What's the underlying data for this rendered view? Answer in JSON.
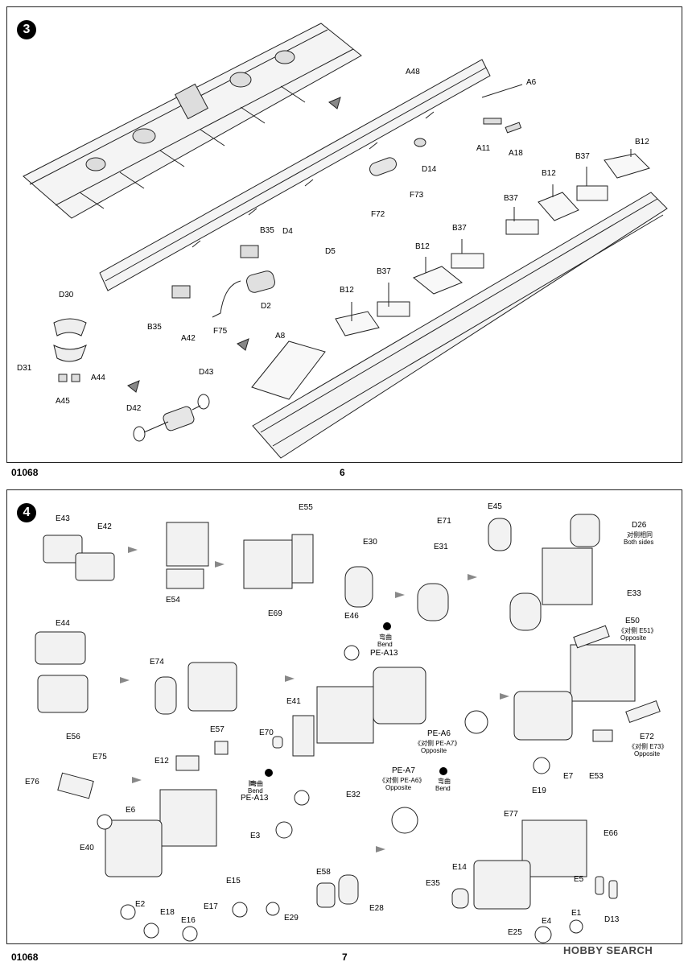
{
  "step3": {
    "number": "3",
    "labels": {
      "A48": "A48",
      "A6": "A6",
      "A11": "A11",
      "A18": "A18",
      "D14": "D14",
      "F73": "F73",
      "F72": "F72",
      "B12a": "B12",
      "B37a": "B37",
      "B12b": "B12",
      "B37b": "B37",
      "B12c": "B12",
      "B37c": "B37",
      "B12d": "B12",
      "B35a": "B35",
      "D4": "D4",
      "D5": "D5",
      "D2": "D2",
      "B35b": "B35",
      "A42": "A42",
      "F75": "F75",
      "D30": "D30",
      "D31": "D31",
      "A44": "A44",
      "A45": "A45",
      "A8": "A8",
      "D43": "D43",
      "D42": "D42"
    }
  },
  "page6": {
    "code": "01068",
    "number": "6"
  },
  "step4": {
    "number": "4",
    "labels": {
      "E43": "E43",
      "E42": "E42",
      "E55": "E55",
      "E54": "E54",
      "E69": "E69",
      "E30": "E30",
      "E46": "E46",
      "E71": "E71",
      "E45": "E45",
      "E31": "E31",
      "D26": "D26",
      "E33": "E33",
      "E44": "E44",
      "E74": "E74",
      "E56": "E56",
      "PEA13a": "PE-A13",
      "E50": "E50",
      "E41": "E41",
      "E70": "E70",
      "PEA6": "PE-A6",
      "E32": "E32",
      "PEA7": "PE-A7",
      "E72": "E72",
      "E7": "E7",
      "E53": "E53",
      "E19": "E19",
      "E57": "E57",
      "E75": "E75",
      "E12": "E12",
      "E76": "E76",
      "PEA13b": "PE-A13",
      "E6": "E6",
      "E3": "E3",
      "E40": "E40",
      "E15": "E15",
      "E2": "E2",
      "E18": "E18",
      "E16": "E16",
      "E17": "E17",
      "E58": "E58",
      "E29": "E29",
      "E28": "E28",
      "E77": "E77",
      "E66": "E66",
      "E14": "E14",
      "E35": "E35",
      "E5": "E5",
      "E4": "E4",
      "E1": "E1",
      "D13": "D13",
      "E25": "E25"
    },
    "notes": {
      "d26_cn": "对侧相同",
      "d26_en": "Both sides",
      "e50_cn": "《对侧 E51》",
      "e50_en": "Opposite",
      "pea6_cn": "《对侧 PE-A7》",
      "pea6_en": "Opposite",
      "pea7_cn": "《对侧 PE-A6》",
      "pea7_en": "Opposite",
      "e72_cn": "《对侧 E73》",
      "e72_en": "Opposite",
      "bend1_cn": "弯曲",
      "bend1_en": "Bend",
      "bend2_cn": "弯曲",
      "bend2_en": "Bend",
      "bend3_cn": "弯曲",
      "bend3_en": "Bend"
    }
  },
  "page7": {
    "code": "01068",
    "number": "7"
  },
  "watermark": "HOBBY SEARCH"
}
